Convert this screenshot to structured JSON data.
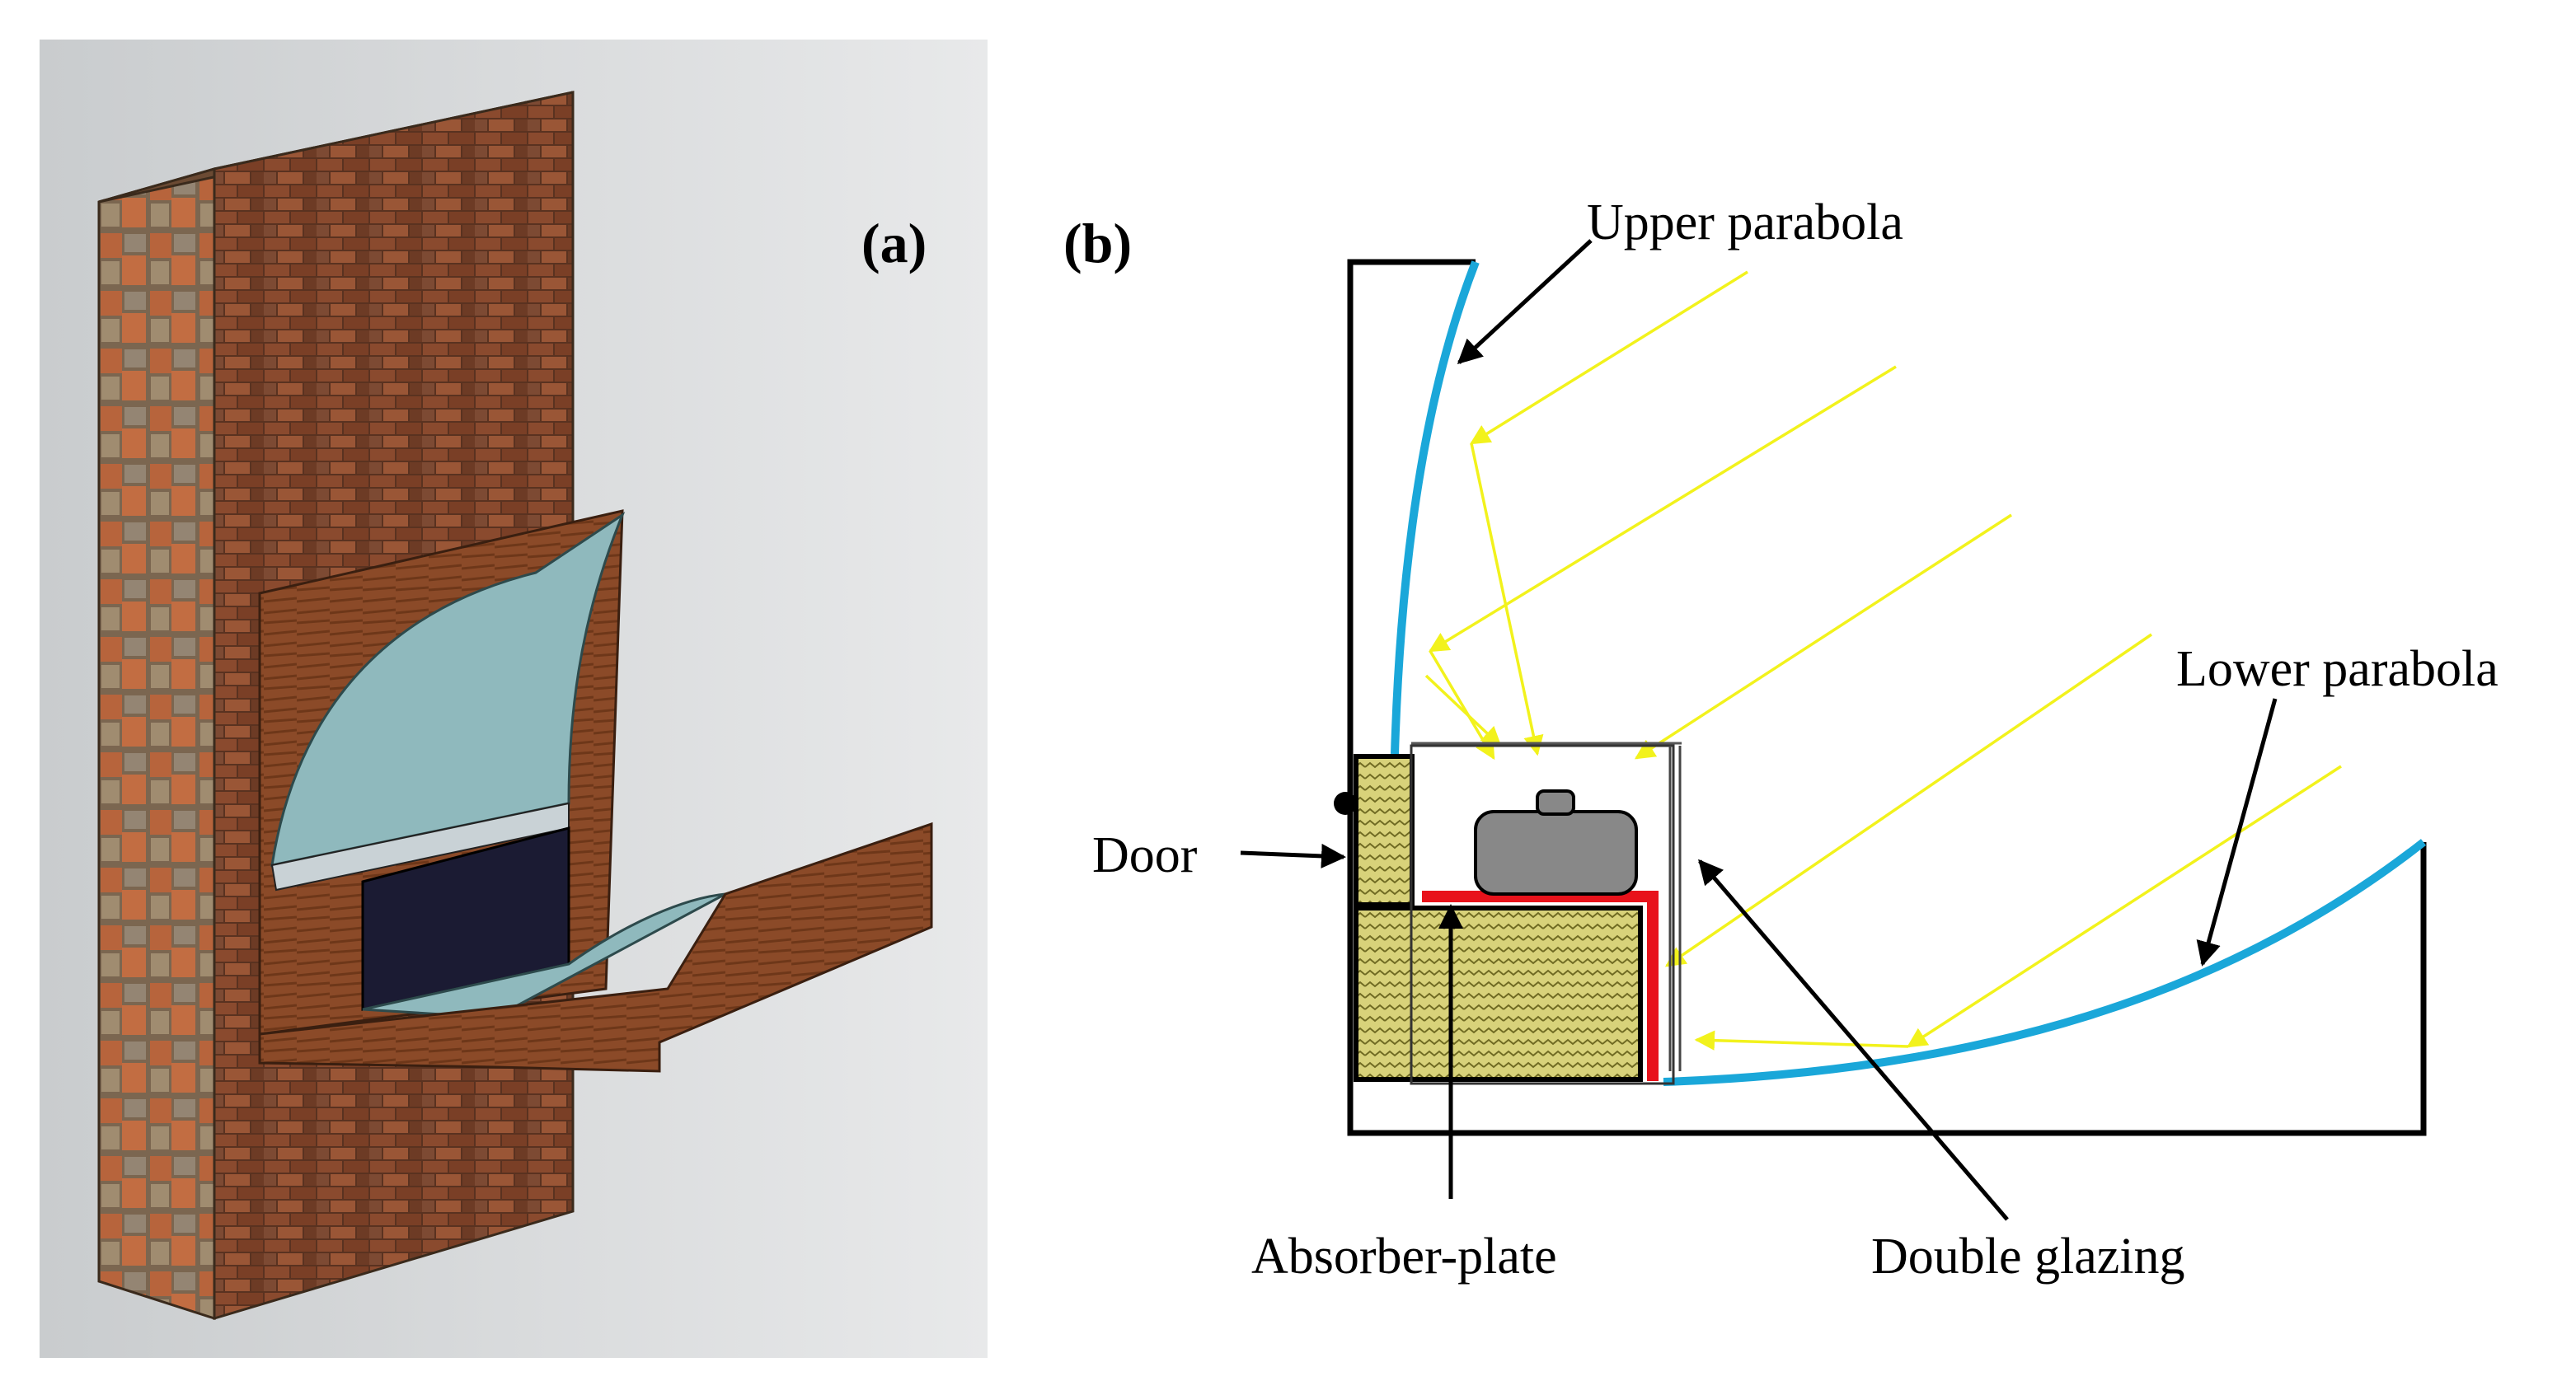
{
  "figure": {
    "panel_a": {
      "label": "(a)"
    },
    "panel_b": {
      "label": "(b)",
      "callouts": {
        "upper_parabola": "Upper parabola",
        "lower_parabola": "Lower parabola",
        "door": "Door",
        "absorber_plate": "Absorber-plate",
        "double_glazing": "Double glazing"
      }
    }
  },
  "colors": {
    "reflector": "#1aa7d9",
    "sun_rays": "#f2f21c",
    "absorber": "#e8121b",
    "insulation": "#d8d27a",
    "brick": "#8a4a2e",
    "collector_inside": "#8fb9bd",
    "outline": "#000000"
  }
}
